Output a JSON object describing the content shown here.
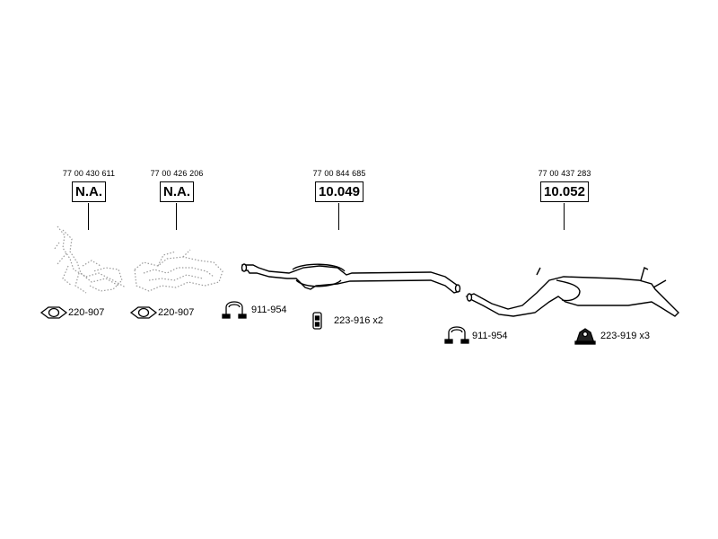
{
  "parts": [
    {
      "oe": "77 00 430 611",
      "code": "N.A."
    },
    {
      "oe": "77 00 426 206",
      "code": "N.A."
    },
    {
      "oe": "77 00 844 685",
      "code": "10.049"
    },
    {
      "oe": "77 00 437 283",
      "code": "10.052"
    }
  ],
  "accessories": [
    {
      "label": "220-907",
      "icon": "gasket-flange-icon"
    },
    {
      "label": "220-907",
      "icon": "gasket-flange-icon"
    },
    {
      "label": "911-954",
      "icon": "pipe-clamp-icon"
    },
    {
      "label": "223-916 x2",
      "icon": "rubber-hanger-icon"
    },
    {
      "label": "911-954",
      "icon": "pipe-clamp-icon"
    },
    {
      "label": "223-919 x3",
      "icon": "rubber-mount-icon"
    }
  ],
  "colors": {
    "line": "#000000",
    "fill": "#ffffff",
    "not_available": "#9a9a9a"
  }
}
